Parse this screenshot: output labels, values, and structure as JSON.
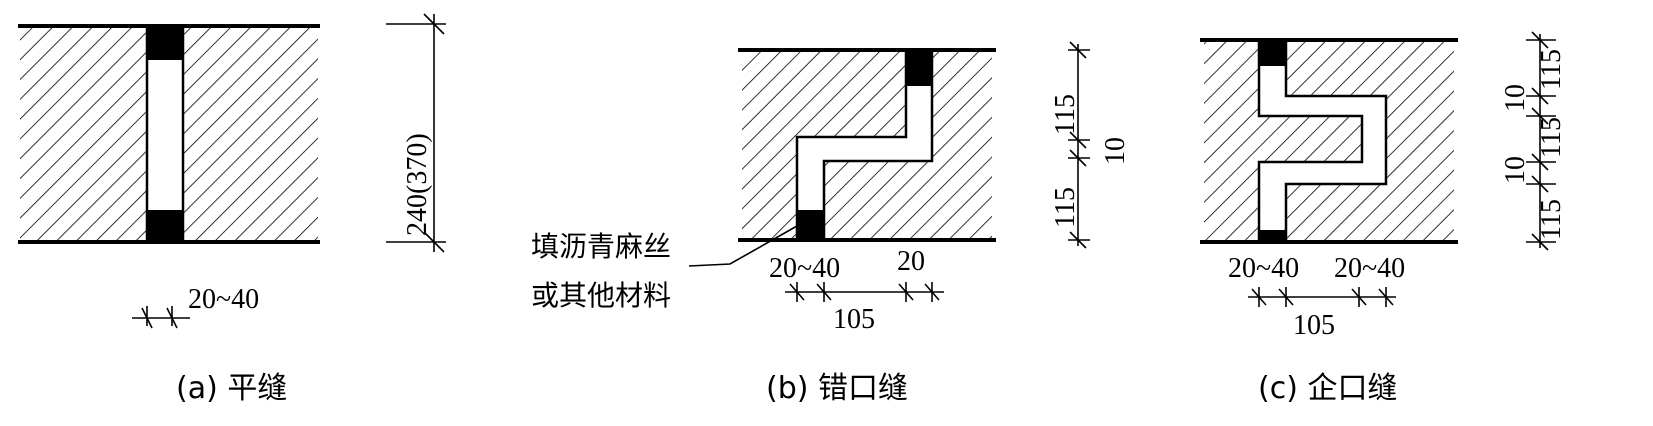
{
  "diagram_a": {
    "gap_dim": "20~40",
    "height_dim": "240(370)",
    "caption": "(a) 平缝"
  },
  "diagram_b": {
    "filler_note_line1": "填沥青麻丝",
    "filler_note_line2": "或其他材料",
    "gap_dim_left": "20~40",
    "gap_dim_right": "20",
    "span_dim": "105",
    "right_dim_top": "115",
    "right_dim_mid": "10",
    "right_dim_bottom": "115",
    "caption": "(b) 错口缝"
  },
  "diagram_c": {
    "gap_dim_left": "20~40",
    "gap_dim_right": "20~40",
    "span_dim": "105",
    "right_dims": [
      "115",
      "10",
      "115",
      "10",
      "115"
    ],
    "caption": "(c) 企口缝"
  }
}
